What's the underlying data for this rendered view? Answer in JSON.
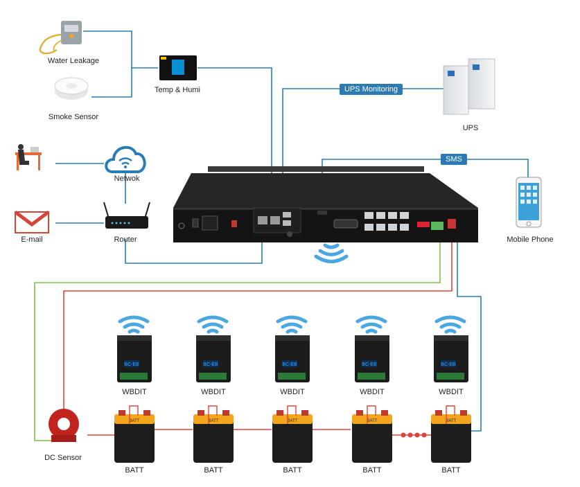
{
  "labels": {
    "water_leakage": "Water Leakage",
    "smoke_sensor": "Smoke Sensor",
    "temp_humi": "Temp & Humi",
    "ups_monitoring": "UPS Monitoring",
    "ups": "UPS",
    "sms": "SMS",
    "network": "Netwok",
    "email": "E-mail",
    "router": "Router",
    "mobile_phone": "Mobile Phone",
    "dc_sensor": "DC Sensor",
    "wbdit": "WBDIT",
    "batt": "BATT"
  },
  "device": {
    "module_text": "BC-EB",
    "battery_label": "BATT"
  },
  "colors": {
    "data_line": "#2b7bb2",
    "negative_line": "#e0433b",
    "positive_line": "#7cc142",
    "wifi": "#4aa7e0",
    "chassis": "#1e1e1e",
    "battery_top": "#f2a51d"
  }
}
